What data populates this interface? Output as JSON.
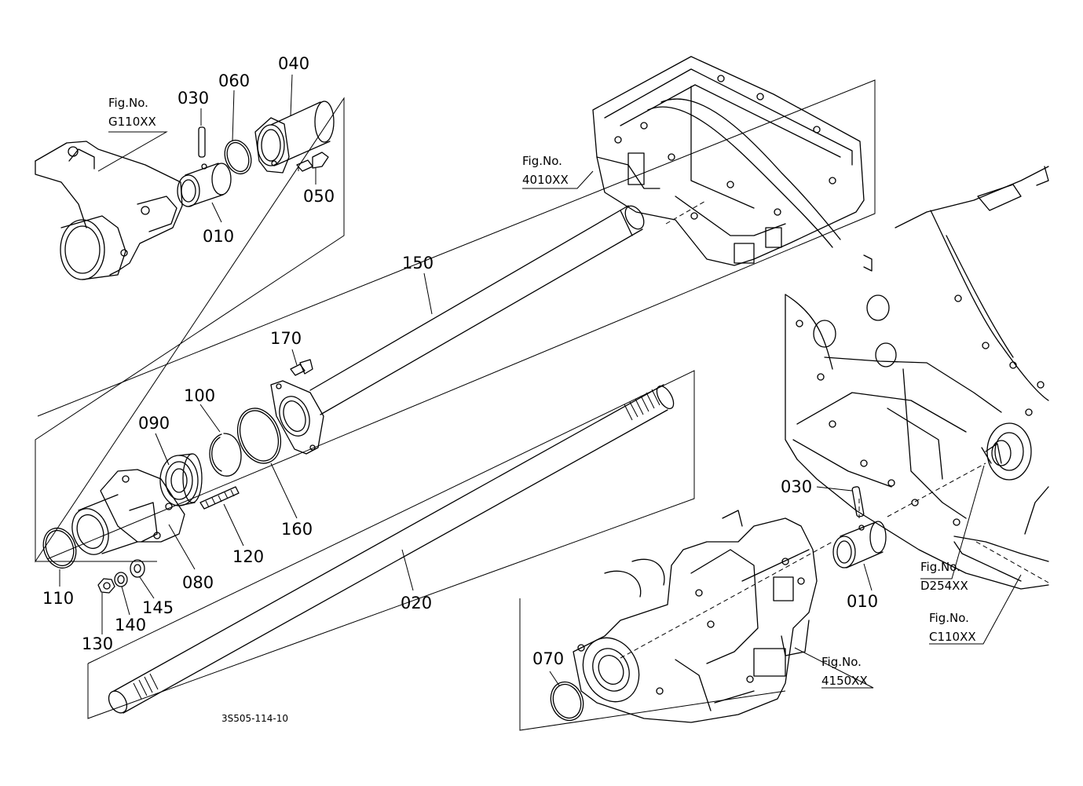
{
  "labels": {
    "p010a": "010",
    "p030a": "030",
    "p060": "060",
    "p040": "040",
    "p050": "050",
    "p150": "150",
    "p170": "170",
    "p100": "100",
    "p090": "090",
    "p160": "160",
    "p120": "120",
    "p080": "080",
    "p110": "110",
    "p130": "130",
    "p140": "140",
    "p145": "145",
    "p020": "020",
    "p030b": "030",
    "p010b": "010",
    "p070": "070"
  },
  "fig_refs": {
    "g110": {
      "line1": "Fig.No.",
      "line2": "G110XX"
    },
    "f4010": {
      "line1": "Fig.No.",
      "line2": "4010XX"
    },
    "d254": {
      "line1": "Fig.No.",
      "line2": "D254XX"
    },
    "c110": {
      "line1": "Fig.No.",
      "line2": "C110XX"
    },
    "f4150": {
      "line1": "Fig.No.",
      "line2": "4150XX"
    }
  },
  "drawing_code": "3S505-114-10"
}
